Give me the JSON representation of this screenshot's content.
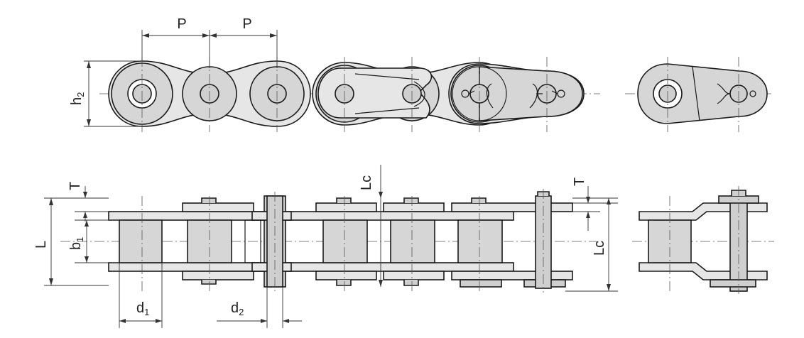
{
  "labels": {
    "pitch_left": "P",
    "pitch_right": "P",
    "plate_height": {
      "main": "h",
      "sub": "2"
    },
    "plate_thickness_main": "T",
    "plate_thickness_offset": "T",
    "length_connector_top": "Lc",
    "length_connector_right": "Lc",
    "overall_length": "L",
    "inner_width": {
      "main": "b",
      "sub": "1"
    },
    "roller_diameter": {
      "main": "d",
      "sub": "1"
    },
    "pin_diameter": {
      "main": "d",
      "sub": "2"
    }
  }
}
